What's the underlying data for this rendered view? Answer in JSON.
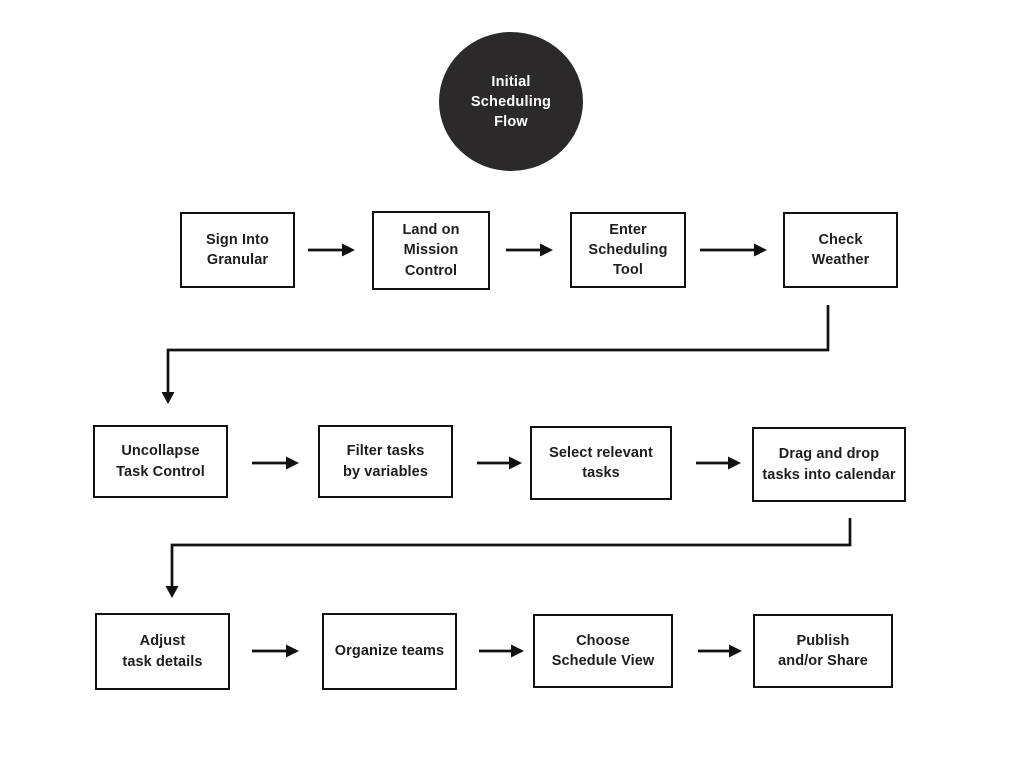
{
  "diagram": {
    "type": "flowchart",
    "title_node": {
      "id": "initial-scheduling-flow",
      "label": "Initial\nScheduling\nFlow",
      "shape": "circle"
    },
    "rows": [
      {
        "nodes": [
          {
            "id": "sign-into-granular",
            "label": "Sign Into\nGranular"
          },
          {
            "id": "land-on-mission-control",
            "label": "Land on\nMission\nControl"
          },
          {
            "id": "enter-scheduling-tool",
            "label": "Enter\nScheduling\nTool"
          },
          {
            "id": "check-weather",
            "label": "Check\nWeather"
          }
        ]
      },
      {
        "nodes": [
          {
            "id": "uncollapse-task-control",
            "label": "Uncollapse\nTask Control"
          },
          {
            "id": "filter-tasks-by-variables",
            "label": "Filter tasks\nby variables"
          },
          {
            "id": "select-relevant-tasks",
            "label": "Select relevant\ntasks"
          },
          {
            "id": "drag-and-drop-tasks-into-calendar",
            "label": "Drag and drop\ntasks into calendar"
          }
        ]
      },
      {
        "nodes": [
          {
            "id": "adjust-task-details",
            "label": "Adjust\ntask details"
          },
          {
            "id": "organize-teams",
            "label": "Organize teams"
          },
          {
            "id": "choose-schedule-view",
            "label": "Choose\nSchedule View"
          },
          {
            "id": "publish-and-or-share",
            "label": "Publish\nand/or Share"
          }
        ]
      }
    ],
    "edges": [
      {
        "from": "sign-into-granular",
        "to": "land-on-mission-control"
      },
      {
        "from": "land-on-mission-control",
        "to": "enter-scheduling-tool"
      },
      {
        "from": "enter-scheduling-tool",
        "to": "check-weather"
      },
      {
        "from": "check-weather",
        "to": "uncollapse-task-control"
      },
      {
        "from": "uncollapse-task-control",
        "to": "filter-tasks-by-variables"
      },
      {
        "from": "filter-tasks-by-variables",
        "to": "select-relevant-tasks"
      },
      {
        "from": "select-relevant-tasks",
        "to": "drag-and-drop-tasks-into-calendar"
      },
      {
        "from": "drag-and-drop-tasks-into-calendar",
        "to": "adjust-task-details"
      },
      {
        "from": "adjust-task-details",
        "to": "organize-teams"
      },
      {
        "from": "organize-teams",
        "to": "choose-schedule-view"
      },
      {
        "from": "choose-schedule-view",
        "to": "publish-and-or-share"
      }
    ],
    "colors": {
      "ink": "#111111",
      "text": "#1d1d1d",
      "circle_fill": "#2b292a",
      "circle_text": "#ffffff",
      "background": "#ffffff"
    }
  }
}
